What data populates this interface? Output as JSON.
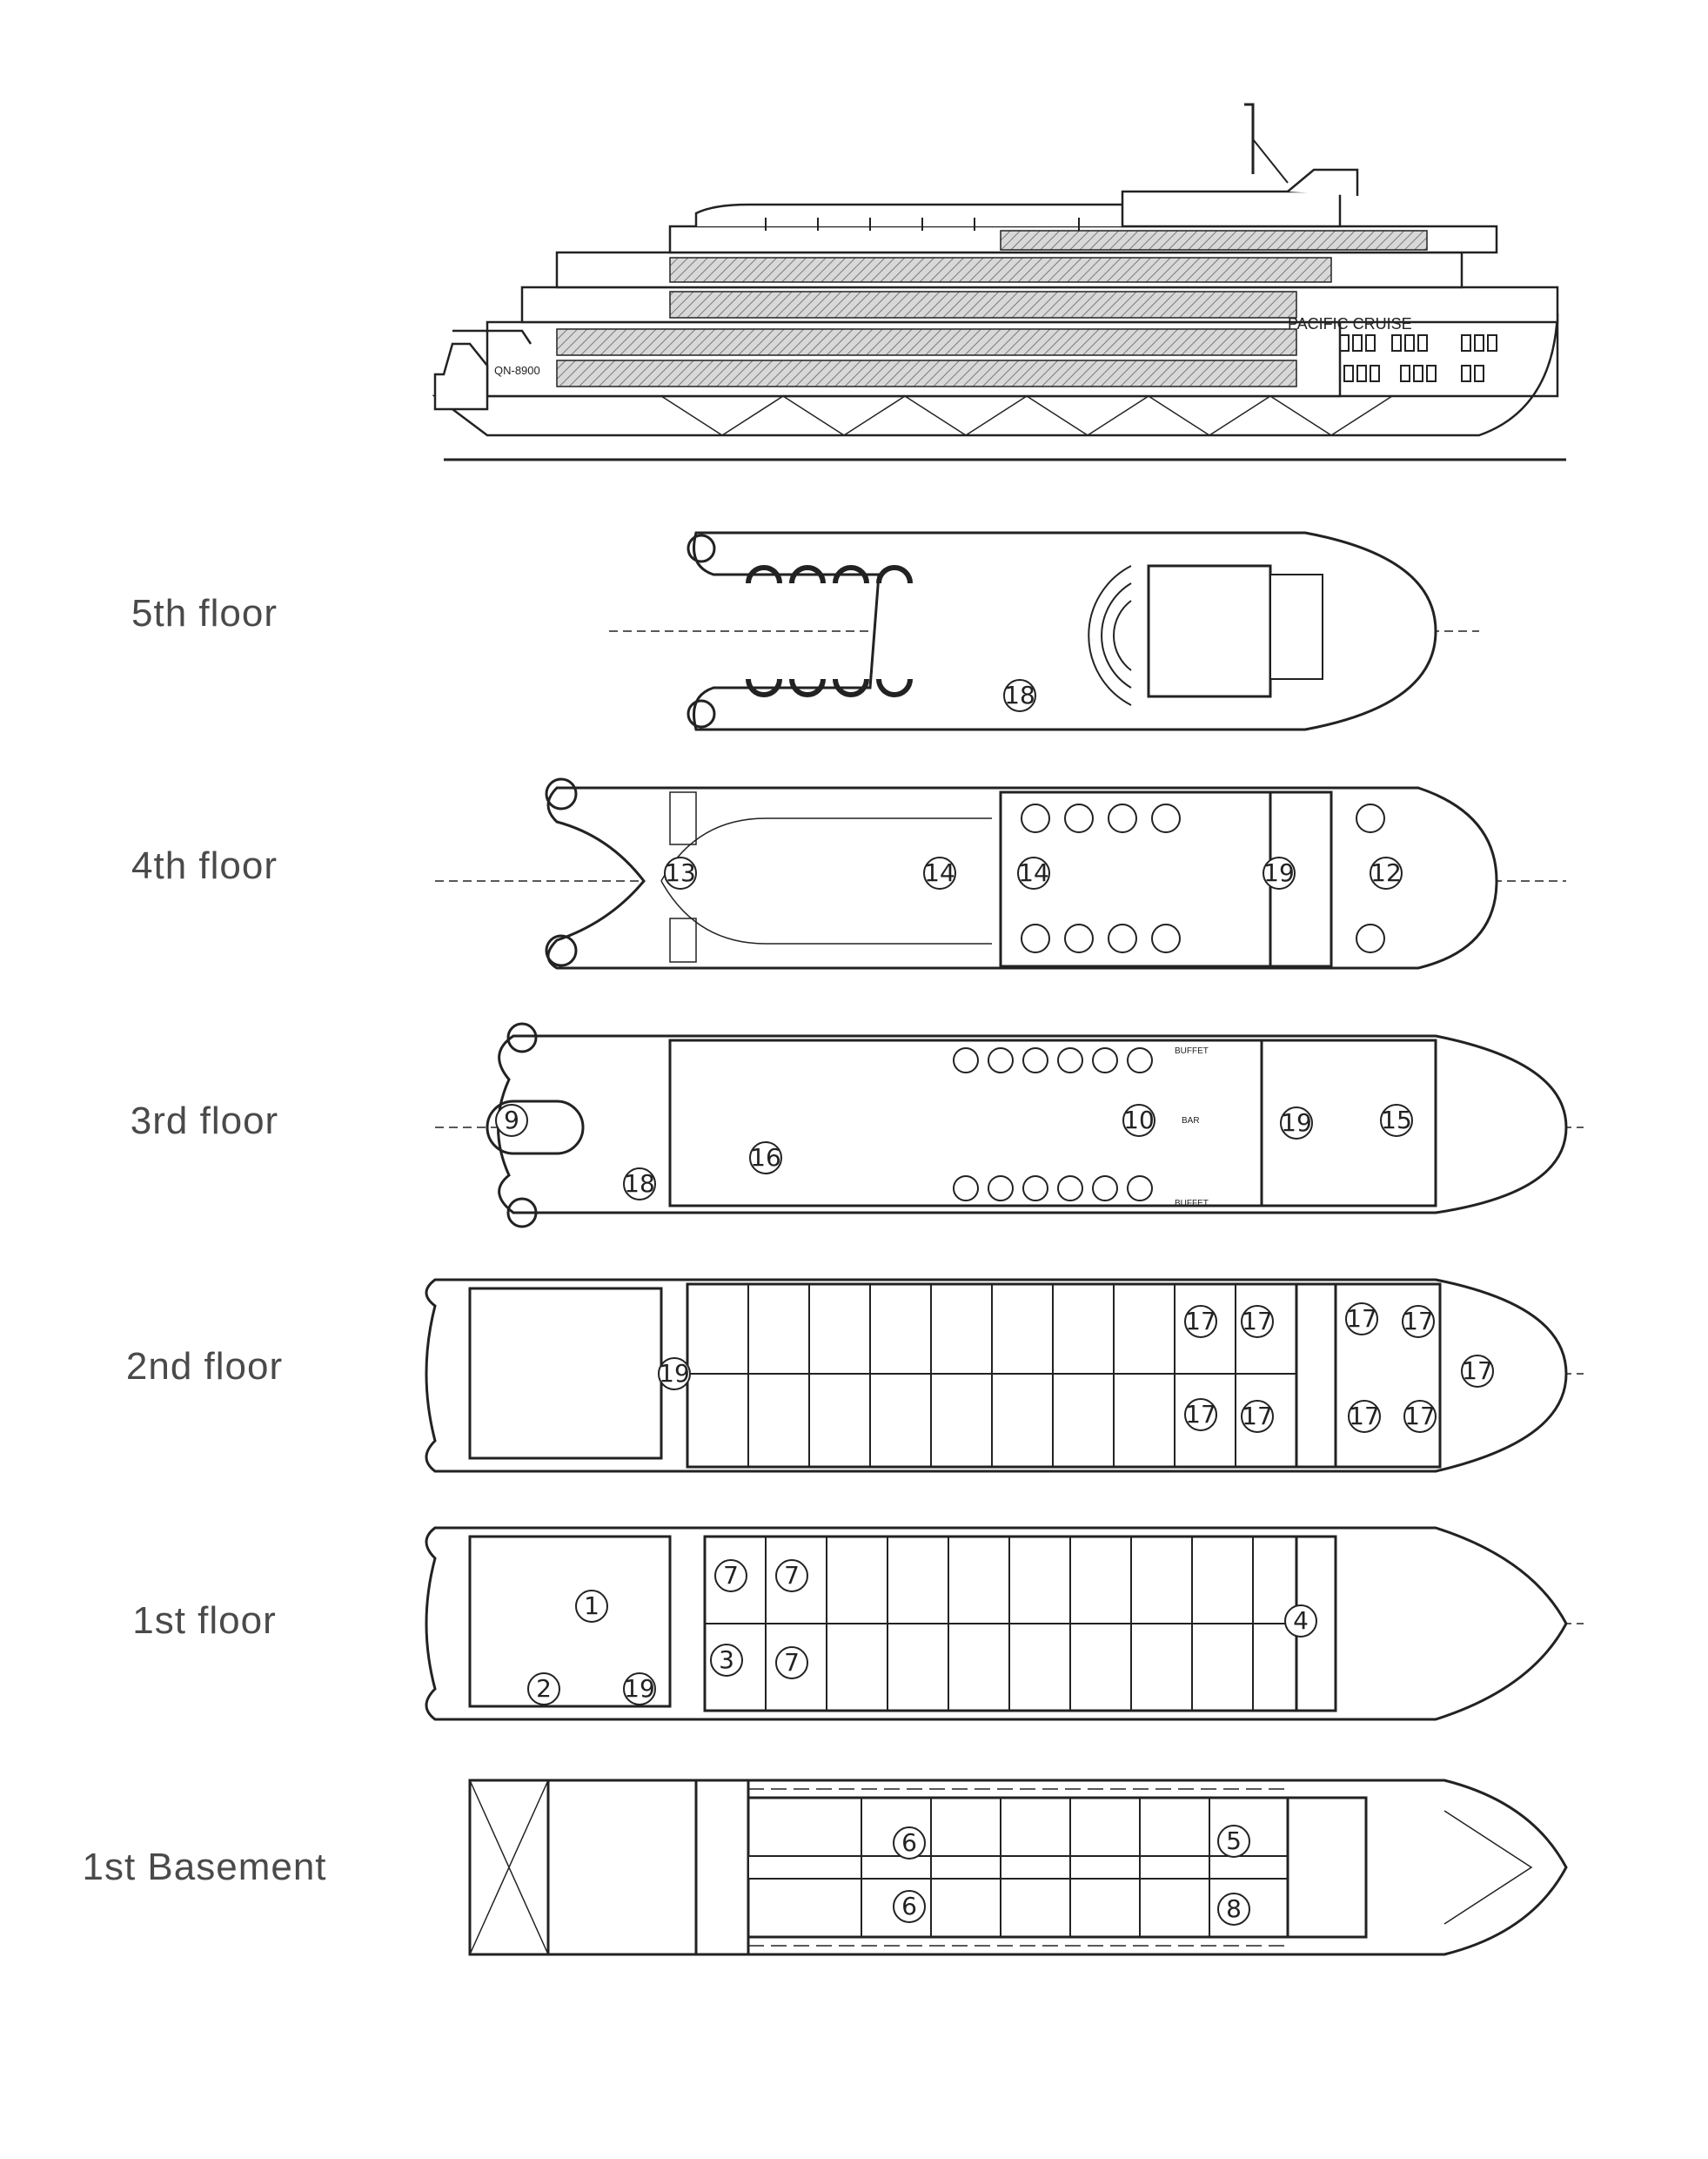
{
  "ship": {
    "name": "PACIFIC CRUISE",
    "registration": "QN-8900"
  },
  "floors": [
    {
      "id": "fifth",
      "label": "5th floor",
      "markers": [
        "18"
      ]
    },
    {
      "id": "fourth",
      "label": "4th floor",
      "markers": [
        "13",
        "14",
        "14",
        "19",
        "12"
      ]
    },
    {
      "id": "third",
      "label": "3rd floor",
      "markers": [
        "9",
        "18",
        "16",
        "10",
        "19",
        "15"
      ]
    },
    {
      "id": "second",
      "label": "2nd floor",
      "markers": [
        "19",
        "17",
        "17",
        "17",
        "17",
        "17",
        "17",
        "17",
        "17",
        "17"
      ]
    },
    {
      "id": "first",
      "label": "1st floor",
      "markers": [
        "1",
        "7",
        "7",
        "3",
        "7",
        "2",
        "19",
        "4"
      ]
    },
    {
      "id": "basement",
      "label": "1st Basement",
      "markers": [
        "6",
        "6",
        "5",
        "8"
      ]
    }
  ],
  "deck_notes": {
    "buffet": "BUFFET",
    "bar": "BAR"
  }
}
